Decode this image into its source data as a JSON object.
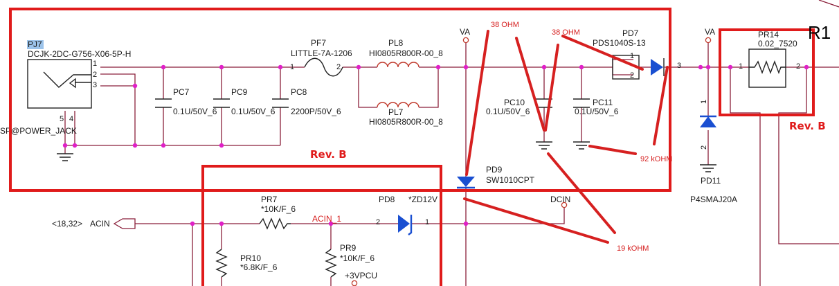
{
  "components": {
    "pj7": {
      "ref": "PJ7",
      "part": "DCJK-2DC-G756-X06-5P-H",
      "name": "SP@POWER_JACK",
      "pins": [
        "1",
        "2",
        "3",
        "5",
        "4"
      ]
    },
    "pc7": {
      "ref": "PC7",
      "value": "0.1U/50V_6"
    },
    "pc9": {
      "ref": "PC9",
      "value": "0.1U/50V_6"
    },
    "pc8": {
      "ref": "PC8",
      "value": "2200P/50V_6"
    },
    "pf7": {
      "ref": "PF7",
      "value": "LITTLE-7A-1206",
      "pin1": "1",
      "pin2": "2"
    },
    "pl8": {
      "ref": "PL8",
      "value": "HI0805R800R-00_8"
    },
    "pl7": {
      "ref": "PL7",
      "value": "HI0805R800R-00_8"
    },
    "va1": "VA",
    "va2": "VA",
    "pc10": {
      "ref": "PC10",
      "value": "0.1U/50V_6"
    },
    "pc11": {
      "ref": "PC11",
      "value": "0.1U/50V_6"
    },
    "pd7": {
      "ref": "PD7",
      "value": "PDS1040S-13",
      "pin1": "1",
      "pin2": "2",
      "pin3": "3"
    },
    "pr14": {
      "ref": "PR14",
      "value": "0.02_7520",
      "pin1": "1",
      "pin2": "2"
    },
    "pd11": {
      "ref": "PD11",
      "value": "P4SMAJ20A",
      "pin1": "1",
      "pin2": "2"
    },
    "pd9": {
      "ref": "PD9",
      "value": "SW1010CPT"
    },
    "pr7": {
      "ref": "PR7",
      "value": "*10K/F_6"
    },
    "pd8": {
      "ref": "PD8",
      "value": "*ZD12V",
      "pin2": "2",
      "pin1": "1"
    },
    "acin_port": {
      "ref": "<18,32>",
      "net": "ACIN"
    },
    "acin_net": "ACIN_1",
    "dcin": "DCIN",
    "pr10": {
      "ref": "PR10",
      "value": "*6.8K/F_6"
    },
    "pr9": {
      "ref": "PR9",
      "value": "*10K/F_6"
    },
    "vpcu": "+3VPCU"
  },
  "annotations": {
    "ohm1": "38 OHM",
    "ohm2": "38 OHM",
    "k92": "92 kOHM",
    "k19": "19 kOHM",
    "revb1": "Rev. B",
    "revb2": "Rev. B",
    "r1": "R1"
  }
}
